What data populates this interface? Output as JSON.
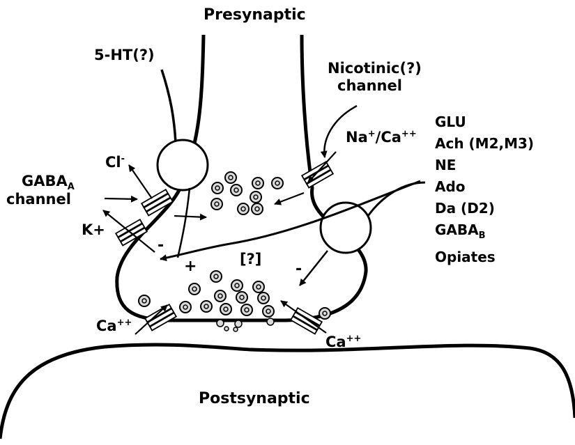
{
  "labels": {
    "presynaptic": "Presynaptic",
    "postsynaptic": "Postsynaptic",
    "ht5": "5-HT(?)",
    "nicotinic_line1": "Nicotinic(?)",
    "nicotinic_line2": "channel",
    "cl": "Cl",
    "cl_sup": "-",
    "gaba_a": "GABA",
    "gaba_a_sub": "A",
    "gaba_a_line2": "channel",
    "k_plus": "K+",
    "na": "Na",
    "na_sup": "+",
    "na_slash_ca": "/Ca",
    "na_ca_sup": "++",
    "ca_left": "Ca",
    "ca_left_sup": "++",
    "ca_right": "Ca",
    "ca_right_sup": "++",
    "unknown": "[?]",
    "plus_sign": "+",
    "minus_left": "-",
    "minus_right": "-"
  },
  "modulators": {
    "glu": "GLU",
    "ach": "Ach (M2,M3)",
    "ne": "NE",
    "ado": "Ado",
    "da": "Da (D2)",
    "gaba_b": "GABA",
    "gaba_b_sub": "B",
    "opiates": "Opiates"
  },
  "colors": {
    "ink": "#000000",
    "background": "#ffffff",
    "vesicle_fill": "#d9d9d9"
  }
}
